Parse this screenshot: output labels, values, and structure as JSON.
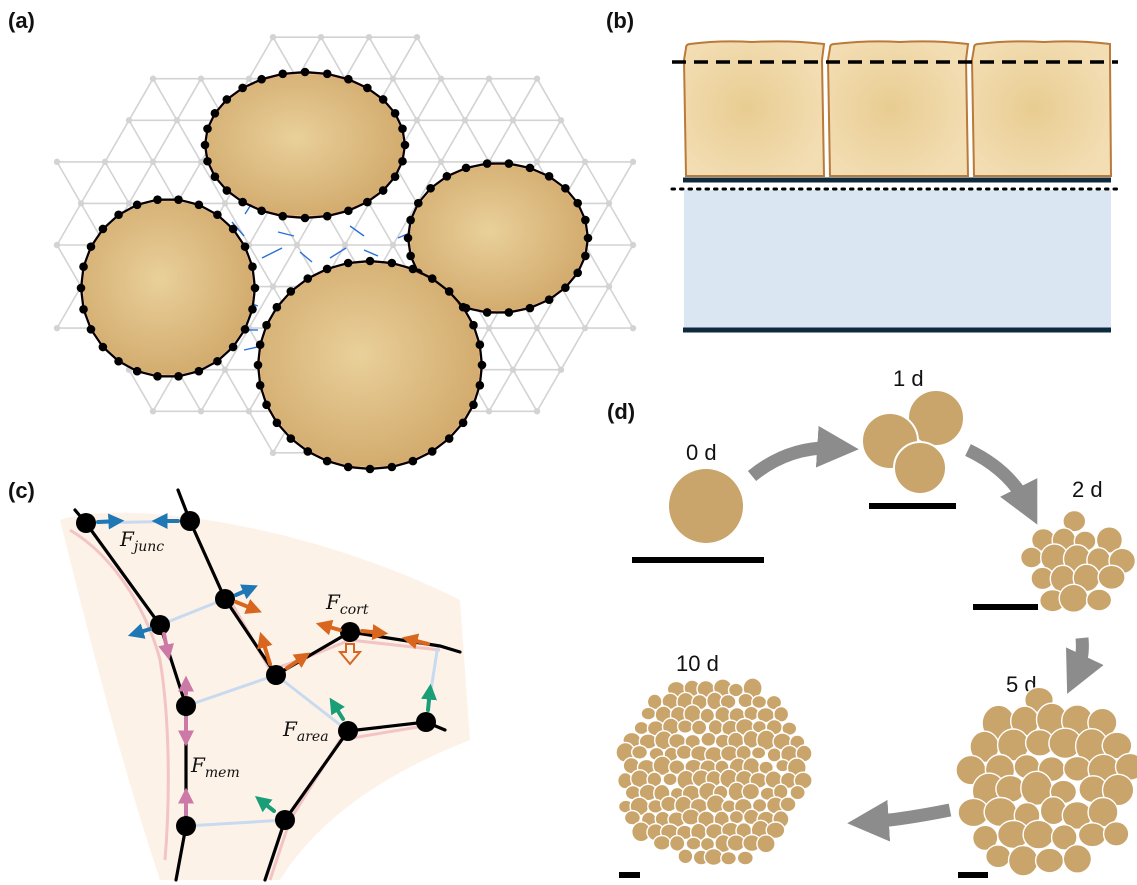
{
  "panels": {
    "a": {
      "label": "(a)"
    },
    "b": {
      "label": "(b)"
    },
    "c": {
      "label": "(c)",
      "forces": {
        "junc": {
          "base": "F",
          "sub": "junc"
        },
        "cort": {
          "base": "F",
          "sub": "cort"
        },
        "area": {
          "base": "F",
          "sub": "area"
        },
        "mem": {
          "base": "F",
          "sub": "mem"
        }
      }
    },
    "d": {
      "label": "(d)",
      "stages": [
        {
          "label": "0 d"
        },
        {
          "label": "1 d"
        },
        {
          "label": "2 d"
        },
        {
          "label": "5 d"
        },
        {
          "label": "10 d"
        }
      ]
    }
  },
  "colors": {
    "cell_fill": "#c9a46b",
    "cell_gradient_center": "#e8cf98",
    "cell_gradient_edge": "#d2ad6e",
    "lattice": "#d0d0d0",
    "junction": "#2a6fd6",
    "cortex_line": "#e04a2a",
    "node": "#000000",
    "medium": "#dae7f2",
    "baseline": "#0f2a3d",
    "arrow_junc": "#1f77b4",
    "arrow_cort": "#d9661f",
    "arrow_area": "#1a9e77",
    "arrow_mem": "#cc79a7",
    "flow_arrow": "#8c8c8c"
  }
}
